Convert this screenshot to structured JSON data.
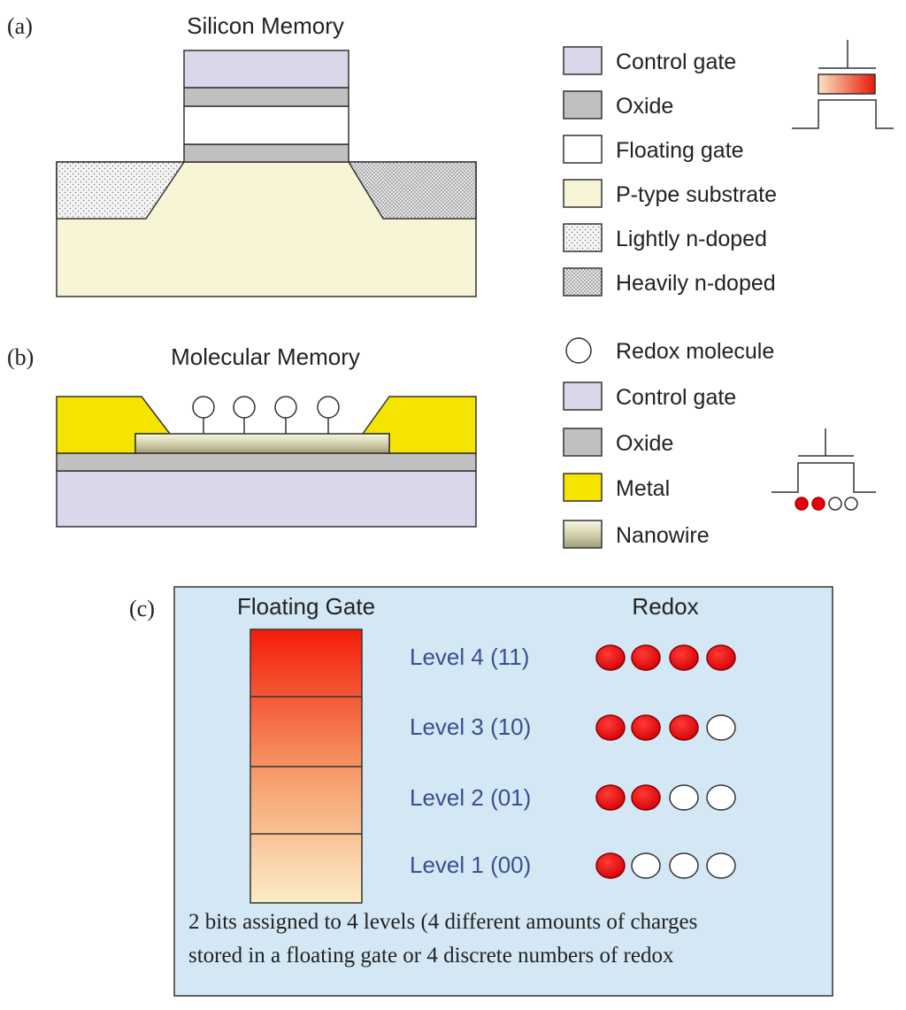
{
  "panel_a": {
    "label": "(a)",
    "title": "Silicon Memory",
    "legend": [
      {
        "key": "control_gate",
        "text": "Control gate"
      },
      {
        "key": "oxide",
        "text": "Oxide"
      },
      {
        "key": "floating_gate",
        "text": "Floating gate"
      },
      {
        "key": "p_substrate",
        "text": "P-type substrate"
      },
      {
        "key": "light_n",
        "text": "Lightly n-doped"
      },
      {
        "key": "heavy_n",
        "text": "Heavily n-doped"
      }
    ]
  },
  "panel_b": {
    "label": "(b)",
    "title": "Molecular Memory",
    "legend": [
      {
        "key": "redox",
        "text": "Redox molecule"
      },
      {
        "key": "control_gate",
        "text": "Control gate"
      },
      {
        "key": "oxide",
        "text": "Oxide"
      },
      {
        "key": "metal",
        "text": "Metal"
      },
      {
        "key": "nanowire",
        "text": "Nanowire"
      }
    ]
  },
  "panel_c": {
    "label": "(c)",
    "col_floating": "Floating Gate",
    "col_redox": "Redox",
    "levels": [
      {
        "text": "Level 4 (11)",
        "filled": 4
      },
      {
        "text": "Level 3 (10)",
        "filled": 3
      },
      {
        "text": "Level 2 (01)",
        "filled": 2
      },
      {
        "text": "Level 1 (00)",
        "filled": 1
      }
    ],
    "molecules_per_level": 4,
    "caption_line1": "2 bits assigned to 4 levels (4 different amounts of charges",
    "caption_line2": "stored in a floating gate or 4 discrete numbers of redox"
  },
  "colors": {
    "control_gate": "#d9d8ea",
    "oxide": "#c0c0c0",
    "floating_gate": "#ffffff",
    "p_substrate": "#f8f5d6",
    "metal": "#f5e400",
    "redox_filled": "#e8000c",
    "panel_bg": "#d3e8f4",
    "level_text": "#3a4f8f"
  }
}
